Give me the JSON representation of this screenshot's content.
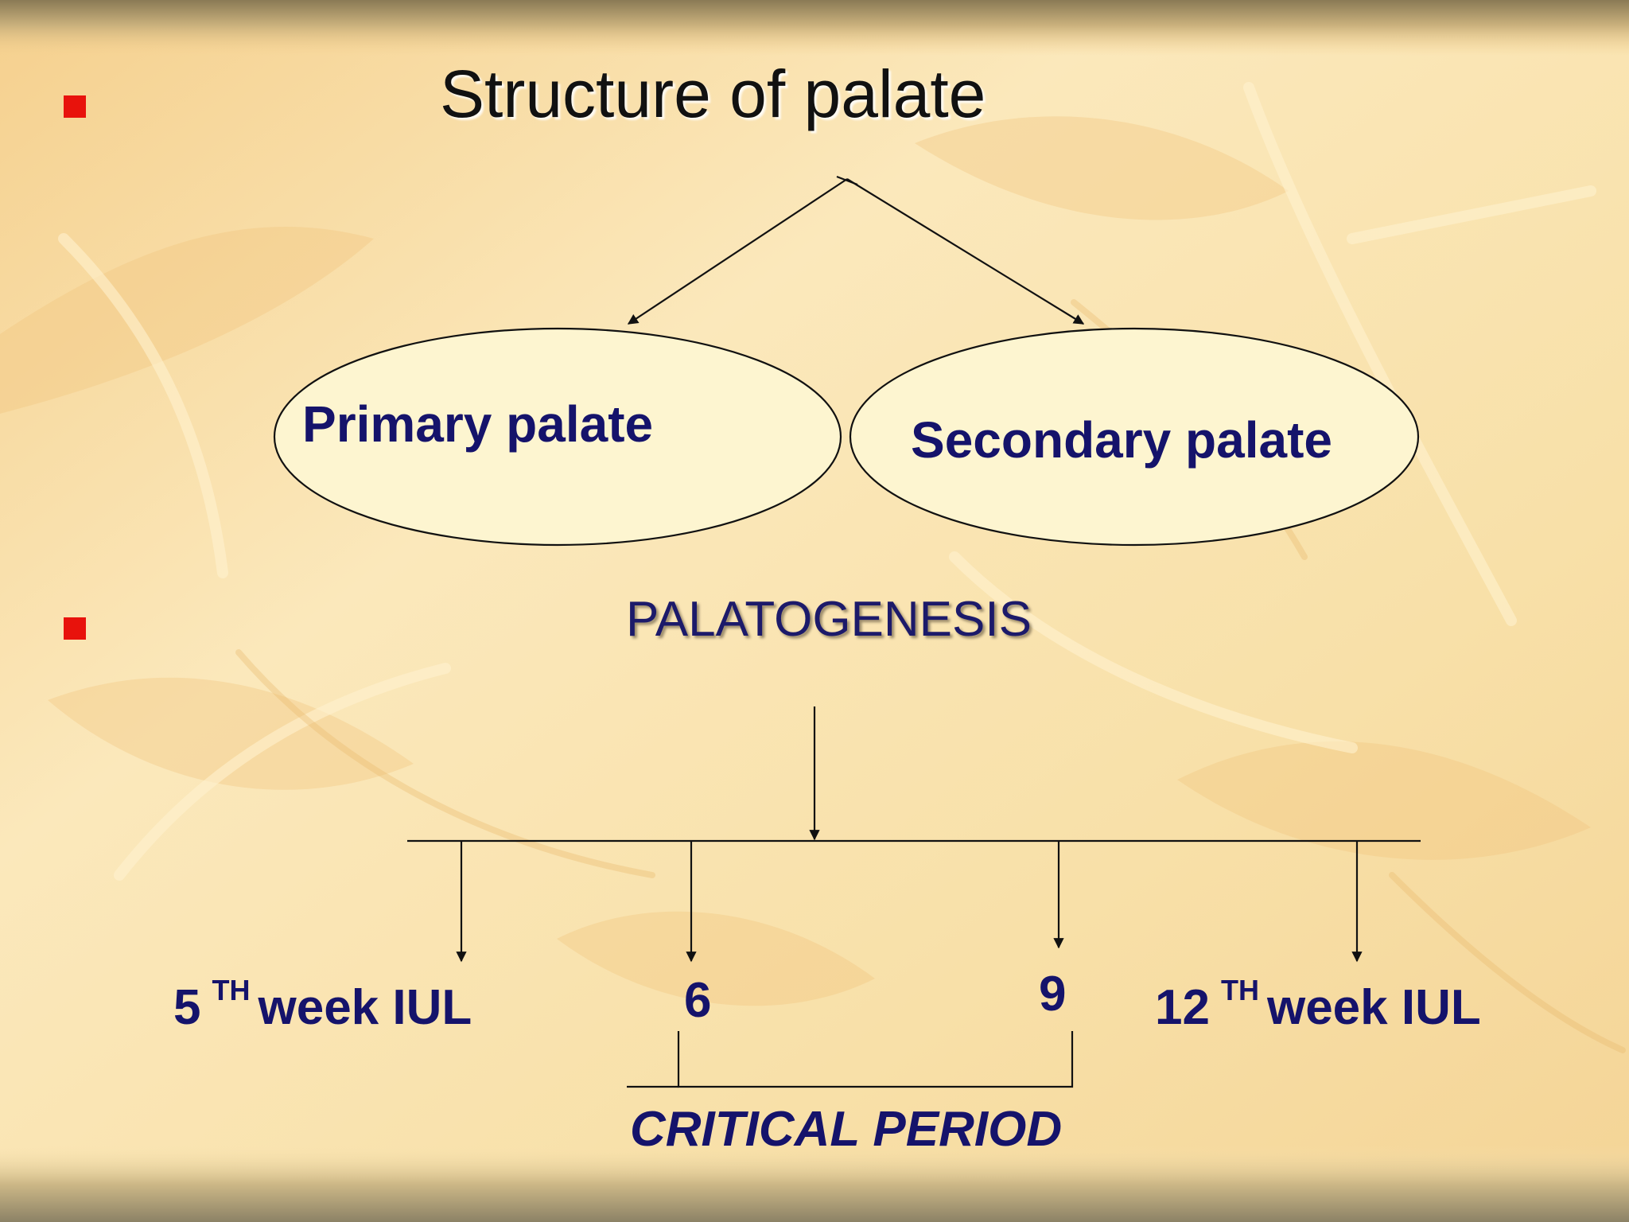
{
  "title": "Structure of palate",
  "branches": [
    {
      "label": "Primary palate"
    },
    {
      "label": "Secondary palate"
    }
  ],
  "process": "PALATOGENESIS",
  "timeline": [
    {
      "number": "5",
      "superscript": "TH",
      "text": "week IUL"
    },
    {
      "number": "6"
    },
    {
      "number": "9"
    },
    {
      "number": "12",
      "superscript": "TH",
      "text": "week IUL"
    }
  ],
  "bracket_label": "CRITICAL PERIOD",
  "colors": {
    "text_navy": "#15136b",
    "bullet_red": "#e8120c",
    "background": "#f9e4b0",
    "line": "#111111"
  }
}
